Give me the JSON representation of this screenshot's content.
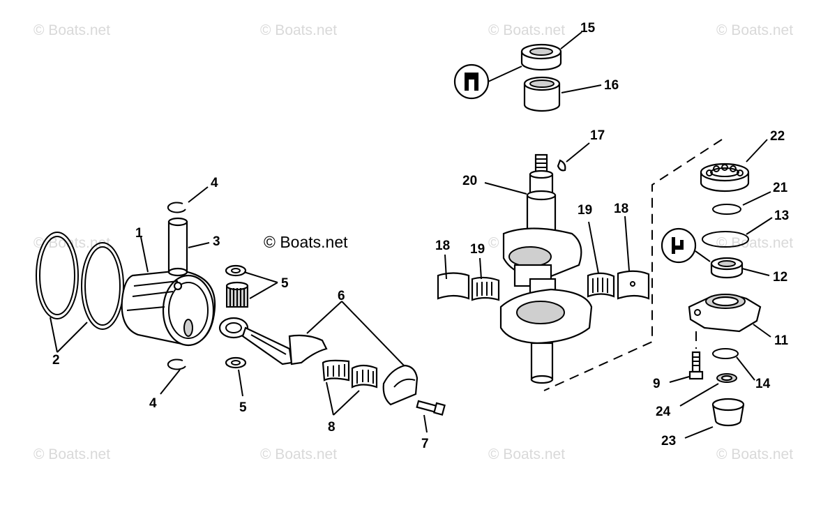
{
  "watermark_text": "© Boats.net",
  "credit_text": "© Boats.net",
  "callouts": [
    "1",
    "2",
    "3",
    "4",
    "4",
    "5",
    "5",
    "6",
    "7",
    "8",
    "9",
    "11",
    "12",
    "13",
    "14",
    "15",
    "16",
    "17",
    "18",
    "18",
    "19",
    "19",
    "20",
    "21",
    "22",
    "23",
    "24"
  ],
  "icons": [
    "sealant-icon",
    "grease-icon"
  ]
}
